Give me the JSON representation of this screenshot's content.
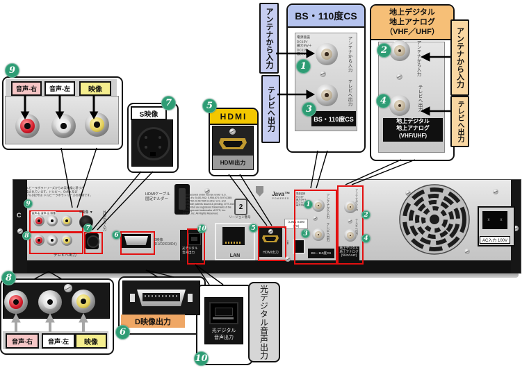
{
  "common": {
    "antenna_in": "アンテナから入力",
    "tv_out": "テレビへ出力",
    "audio_right": "音声-右",
    "audio_left": "音声-左",
    "video": "映像"
  },
  "badges": {
    "n1": "1",
    "n2": "2",
    "n3": "3",
    "n4": "4",
    "n5": "5",
    "n6": "6",
    "n7": "7",
    "n8": "8",
    "n9": "9",
    "n10": "10"
  },
  "bs": {
    "title": "BS・110度CS",
    "power_note": "電源重畳\nDC15V\n最大6W＋\nDC11V\n最大3W",
    "panel_label": "BS・110度CS"
  },
  "terrestrial": {
    "title": "地上デジタル\n地上アナログ\n（VHF／UHF）",
    "panel_label": "地上デジタル\n地上アナログ\n(VHF/UHF)"
  },
  "s_video": {
    "title": "S映像"
  },
  "hdmi": {
    "title": "HDMI",
    "port_label": "HDMI出力"
  },
  "d_video": {
    "title": "D映像出力",
    "panel_label": "D映像\n(D1/D2/D3/D4)"
  },
  "optical": {
    "photo_label": "光デジタル\n音声出力",
    "side_label": "光デジタル音声出力"
  },
  "panel": {
    "dolby_note": "ドルビーラボラトリーズからの実施権に基づき\n製造されています。ドルビー、Dolby 及び\nダブルD記号は ドルビーラボラトリーズの商標です。",
    "license_note": "Manufactured under license under U.S.\nPatent #'s: 5,451,942; 5,956,674; 5,974,380;\n5,978,762; 6,487,535 & other U.S. and\nworldwide patents issued & pending. DTS and\nthe Symbol are registered trademarks & the\nDTS logos are trademarks of DTS, Inc.\n©DTS, Inc.  All Rights Reserved.",
    "hdmi_holder": "HDMIケーブル\n固定ホルダー",
    "region_number": "2",
    "region_label": "リージョン番号",
    "java_brand": "Java™",
    "java_sub": "POWERED",
    "lan": "LAN",
    "ilink": "i.LINK S400\n(TS)",
    "ilink_i": "i",
    "tv_out_small": "テレビへ出力",
    "mini_jack_labels": "音声-右 音声-左 映像",
    "s_video_mark": "S映像 ▼",
    "ext_in": "外部から入力",
    "ac_label": "AC入力 100V",
    "c_mark": "C"
  }
}
